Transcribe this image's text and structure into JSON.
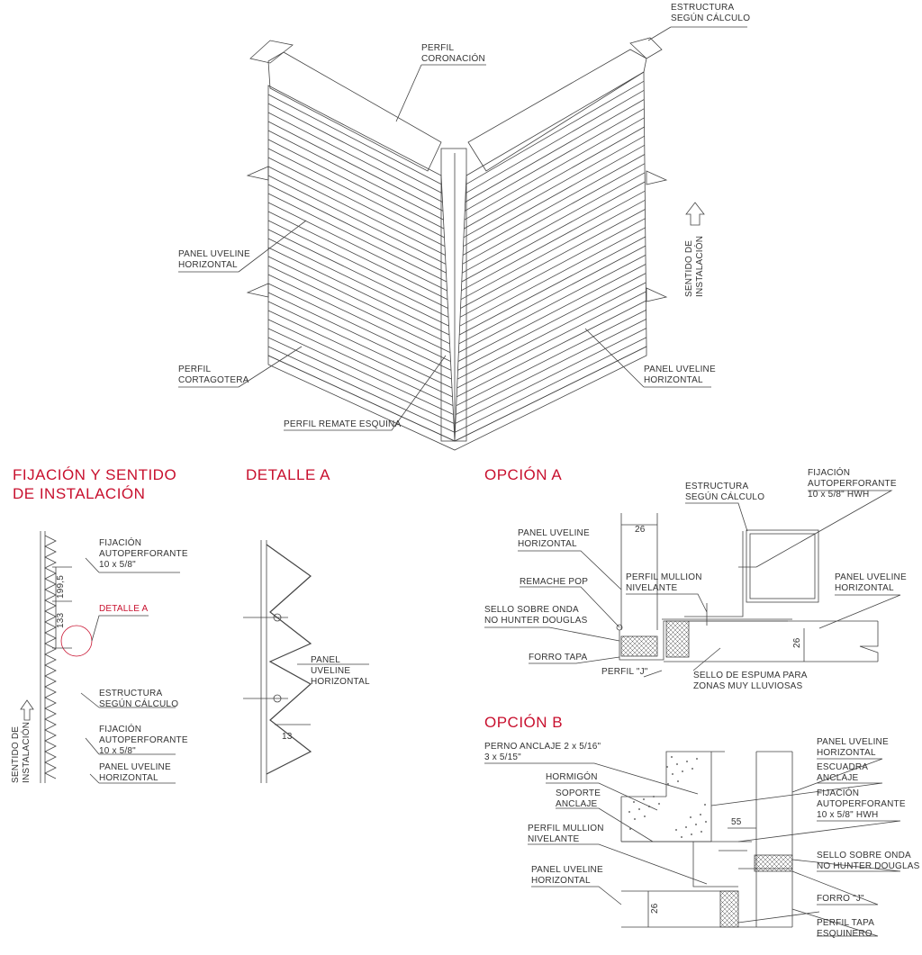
{
  "colors": {
    "accent": "#c8102e",
    "line": "#444444"
  },
  "iso": {
    "estructura": "ESTRUCTURA\nSEGÚN CÁLCULO",
    "coronacion": "PERFIL\nCORONACIÓN",
    "panel_left": "PANEL UVELINE\nHORIZONTAL",
    "sentido": "SENTIDO DE\nINSTALACIÓN",
    "cortagotera": "PERFIL\nCORTAGOTERA",
    "panel_right": "PANEL UVELINE\nHORIZONTAL",
    "remate": "PERFIL REMATE ESQUINA"
  },
  "headings": {
    "fijacion": "FIJACIÓN Y SENTIDO\nDE INSTALACIÓN",
    "detalle_a": "DETALLE A",
    "opcion_a": "OPCIÓN A",
    "opcion_b": "OPCIÓN B"
  },
  "fijacion": {
    "fij1": "FIJACIÓN\nAUTOPERFORANTE\n10 x 5/8\"",
    "dim1": "199,5",
    "dim2": "133",
    "detalle": "DETALLE A",
    "estructura": "ESTRUCTURA\nSEGÚN CÁLCULO",
    "fij2": "FIJACIÓN\nAUTOPERFORANTE\n10 x 5/8\"",
    "panel": "PANEL UVELINE\nHORIZONTAL",
    "sentido": "SENTIDO DE\nINSTALACIÓN"
  },
  "detalle_a": {
    "panel": "PANEL\nUVELINE\nHORIZONTAL",
    "dim": "13"
  },
  "opcion_a": {
    "estructura": "ESTRUCTURA\nSEGÚN CÁLCULO",
    "fijacion": "FIJACIÓN\nAUTOPERFORANTE\n10 x 5/8\" HWH",
    "dim_top": "26",
    "panel_left": "PANEL UVELINE\nHORIZONTAL",
    "remache": "REMACHE POP",
    "mullion": "PERFIL MULLION\nNIVELANTE",
    "panel_right": "PANEL UVELINE\nHORIZONTAL",
    "sello_onda": "SELLO SOBRE ONDA\nNO HUNTER DOUGLAS",
    "dim_right": "26",
    "forro": "FORRO TAPA",
    "perfil_j": "PERFIL \"J\"",
    "espuma": "SELLO DE ESPUMA PARA\nZONAS MUY LLUVIOSAS"
  },
  "opcion_b": {
    "perno": "PERNO ANCLAJE 2 x 5/16\"\n3 x 5/15\"",
    "hormigon": "HORMIGÓN",
    "soporte": "SOPORTE\nANCLAJE",
    "mullion": "PERFIL MULLION\nNIVELANTE",
    "panel_left": "PANEL UVELINE\nHORIZONTAL",
    "panel_right": "PANEL UVELINE\nHORIZONTAL",
    "escuadra": "ESCUADRA\nANCLAJE",
    "fijacion": "FIJACIÓN\nAUTOPERFORANTE\n10 x 5/8\" HWH",
    "dim55": "55",
    "sello_onda": "SELLO SOBRE ONDA\nNO HUNTER DOUGLAS",
    "dim26": "26",
    "forro_j": "FORRO \"J\"",
    "tapa": "PERFIL TAPA\nESQUINERO"
  }
}
